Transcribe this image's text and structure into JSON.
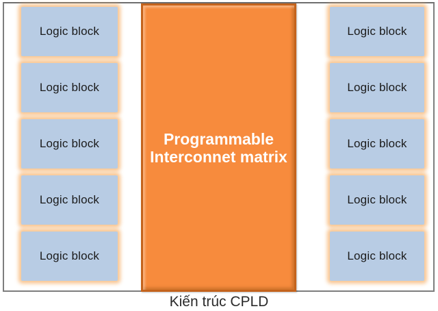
{
  "diagram": {
    "caption": "Kiến trúc CPLD",
    "matrix": {
      "line1": "Programmable",
      "line2": "Interconnet matrix"
    },
    "left_blocks": [
      {
        "label": "Logic block"
      },
      {
        "label": "Logic block"
      },
      {
        "label": "Logic block"
      },
      {
        "label": "Logic block"
      },
      {
        "label": "Logic block"
      }
    ],
    "right_blocks": [
      {
        "label": "Logic block"
      },
      {
        "label": "Logic block"
      },
      {
        "label": "Logic block"
      },
      {
        "label": "Logic block"
      },
      {
        "label": "Logic block"
      }
    ]
  },
  "colors": {
    "background": "#ffffff",
    "frame_border": "#7d7d7d",
    "block_fill": "#b8cce4",
    "block_glow": "#f7b26b",
    "block_text": "#1a1a1a",
    "matrix_fill": "#f78b3d",
    "matrix_border": "#c4631c",
    "matrix_text": "#ffffff",
    "caption_text": "#2b2b2b"
  }
}
